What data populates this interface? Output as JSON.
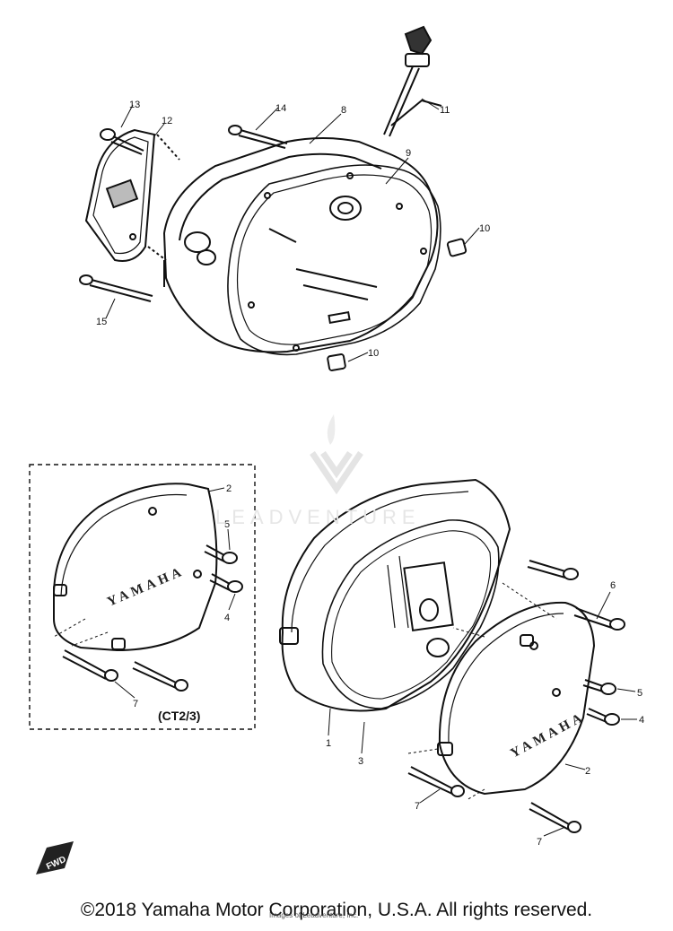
{
  "diagram": {
    "part_labels": [
      "13",
      "12",
      "14",
      "8",
      "11",
      "9",
      "10",
      "10",
      "15",
      "2",
      "5",
      "4",
      "7",
      "6",
      "5",
      "4",
      "2",
      "1",
      "3",
      "7",
      "7"
    ],
    "variant_label": "(CT2/3)",
    "cover_brand_text": "YAMAHA",
    "direction_marker": "FWD"
  },
  "watermark": {
    "text": "LEADVENTURE"
  },
  "footer": {
    "copyright": "©2018 Yamaha Motor Corporation, U.S.A. All rights reserved.",
    "fine_print": "Images of Leadventure, Inc."
  }
}
